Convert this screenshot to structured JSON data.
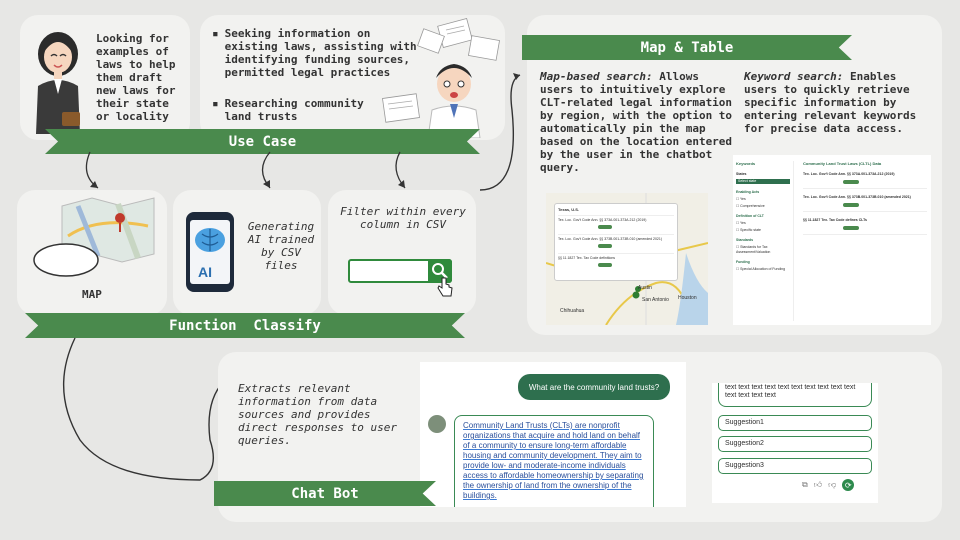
{
  "use_case": {
    "ribbon": "Use Case",
    "person_text": "Looking for examples of laws to help them draft new laws for their state or locality",
    "bullet_1": "Seeking information on existing laws, assisting with identifying funding sources, permitted legal practices",
    "bullet_2": "Researching community land trusts"
  },
  "functions": {
    "ribbon": "Function  Classify",
    "map_label": "MAP",
    "ai_text": "Generating AI trained by CSV files",
    "ai_icon_label": "AI",
    "filter_text": "Filter within every column in CSV"
  },
  "map_table": {
    "ribbon": "Map & Table",
    "map_search_title": "Map-based search:",
    "map_search_body": "Allows users to intuitively explore CLT-related legal information by region, with the option to automatically pin the map based on the location entered by the user in the chatbot query.",
    "keyword_title": "Keyword search:",
    "keyword_body": "Enables users to quickly retrieve specific information by entering relevant keywords for precise data access.",
    "map_popup": {
      "title": "Texas, U.S.",
      "items": [
        "Tex. Loc. Gov't Code Ann. §§ 373A.001-373A.212 (2019)",
        "Tex. Loc. Gov't Code Ann. §§ 373B.001-373B.010 (amended 2021)",
        "§§ 11.1827 Tex. Tax Code definitions"
      ],
      "places": [
        "Austin",
        "San Antonio",
        "Houston",
        "Chihuahua"
      ]
    },
    "table": {
      "sidebar_title": "Keywords",
      "states_label": "States",
      "select_value": "Select state",
      "groups": [
        {
          "title": "Enabling Acts",
          "options": [
            "Yes",
            "Comprehensive"
          ]
        },
        {
          "title": "Definition of CLT",
          "options": [
            "Yes",
            "Specific state"
          ]
        },
        {
          "title": "Standards",
          "options": [
            "Standards for Tax Assessment/Valuation"
          ]
        },
        {
          "title": "Funding",
          "options": [
            "Special Allocation of Funding"
          ]
        }
      ],
      "table_title": "Community Land Trust Laws (CLTL) Data",
      "rows": [
        "Tex. Loc. Gov't Code Ann. §§ 373A.001-373A.212 (2019)",
        "Tex. Loc. Gov't Code Ann. §§ 373B.001-373B.010 (amended 2021)",
        "§§ 11.1827 Tex. Tax Code defines CLTs"
      ]
    }
  },
  "chat_bot": {
    "ribbon": "Chat Bot",
    "desc": "Extracts relevant information from data sources and provides direct responses to user queries.",
    "user_message": "What are the community land trusts?",
    "bot_message": "Community Land Trusts (CLTs) are nonprofit organizations that acquire and hold land on behalf of a community to ensure long-term affordable housing and community development. They aim to provide low- and moderate-income individuals access to affordable homeownership by separating the ownership of land from the ownership of the buildings.",
    "text_block": "text text text text text text text text text text text text text text",
    "suggestions": [
      "Suggestion1",
      "Suggestion2",
      "Suggestion3"
    ]
  },
  "colors": {
    "ribbon_green": "#4a8a4d",
    "panel": "#f2f2f0",
    "background": "#e7e7e5",
    "bubble_green": "#2e6f4e"
  }
}
